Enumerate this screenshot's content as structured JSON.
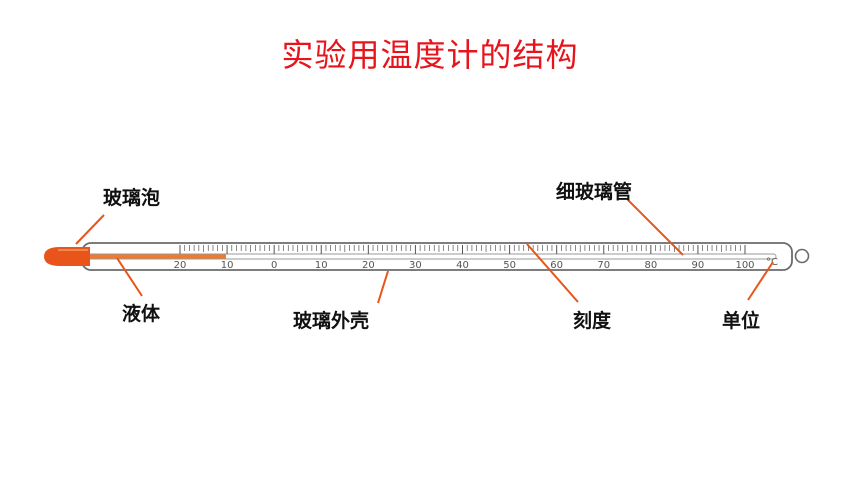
{
  "title": "实验用温度计的结构",
  "colors": {
    "title": "#e8141b",
    "bulb": "#e8541a",
    "liquid": "#f07a2a",
    "leader": "#e8541a",
    "tube_stroke": "#6b6b6b",
    "scale": "#555555"
  },
  "labels": {
    "bulb": "玻璃泡",
    "liquid": "液体",
    "shell": "玻璃外壳",
    "scale": "刻度",
    "capillary": "细玻璃管",
    "unit": "单位"
  },
  "scale": {
    "tick_labels": [
      "20",
      "10",
      "0",
      "10",
      "20",
      "30",
      "40",
      "50",
      "60",
      "70",
      "80",
      "90",
      "100"
    ],
    "unit_symbol": "°C"
  }
}
